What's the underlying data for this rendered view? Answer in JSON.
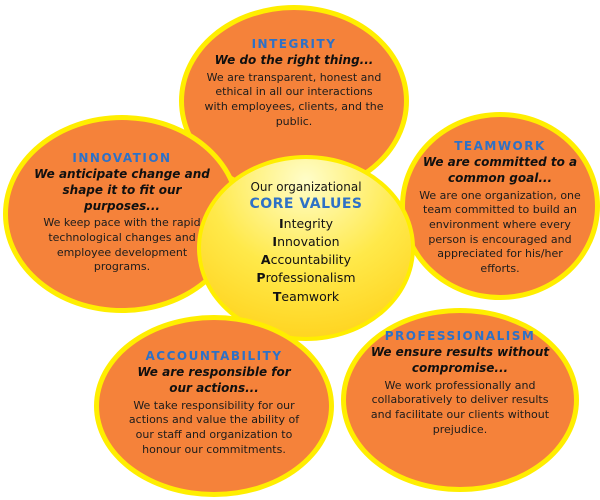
{
  "colors": {
    "petal_fill": "#F5823A",
    "petal_border": "#FFEE00",
    "heading_blue": "#2E71C6",
    "center_gradient_light": "#FFFDC9",
    "center_gradient_gold": "#FFC400"
  },
  "center": {
    "line1": "Our organizational",
    "line2": "CORE VALUES",
    "items": [
      {
        "first": "I",
        "rest": "ntegrity"
      },
      {
        "first": "I",
        "rest": "nnovation"
      },
      {
        "first": "A",
        "rest": "ccountability"
      },
      {
        "first": "P",
        "rest": "rofessionalism"
      },
      {
        "first": "T",
        "rest": "eamwork"
      }
    ]
  },
  "values": [
    {
      "title": "INTEGRITY",
      "motto": "We do the right thing...",
      "desc": "We are transparent, honest and\nethical in all our interactions\nwith employees, clients, and the\npublic."
    },
    {
      "title": "INNOVATION",
      "motto": "We anticipate change and\nshape it to fit our\npurposes...",
      "desc": "We keep pace with the rapid\ntechnological changes and\nemployee development\nprograms."
    },
    {
      "title": "TEAMWORK",
      "motto": "We are committed to a\ncommon goal...",
      "desc": "We are one organization, one\nteam committed to build an\nenvironment where every\nperson is encouraged and\nappreciated for his/her efforts."
    },
    {
      "title": "ACCOUNTABILITY",
      "motto": "We are responsible for\nour actions...",
      "desc": "We take responsibility for our\nactions and value the ability of\nour staff and organization to\nhonour our commitments."
    },
    {
      "title": "PROFESSIONALISM",
      "motto": "We ensure results without\ncompromise...",
      "desc": "We work professionally and\ncollaboratively to deliver results\nand facilitate our clients without\nprejudice."
    }
  ]
}
